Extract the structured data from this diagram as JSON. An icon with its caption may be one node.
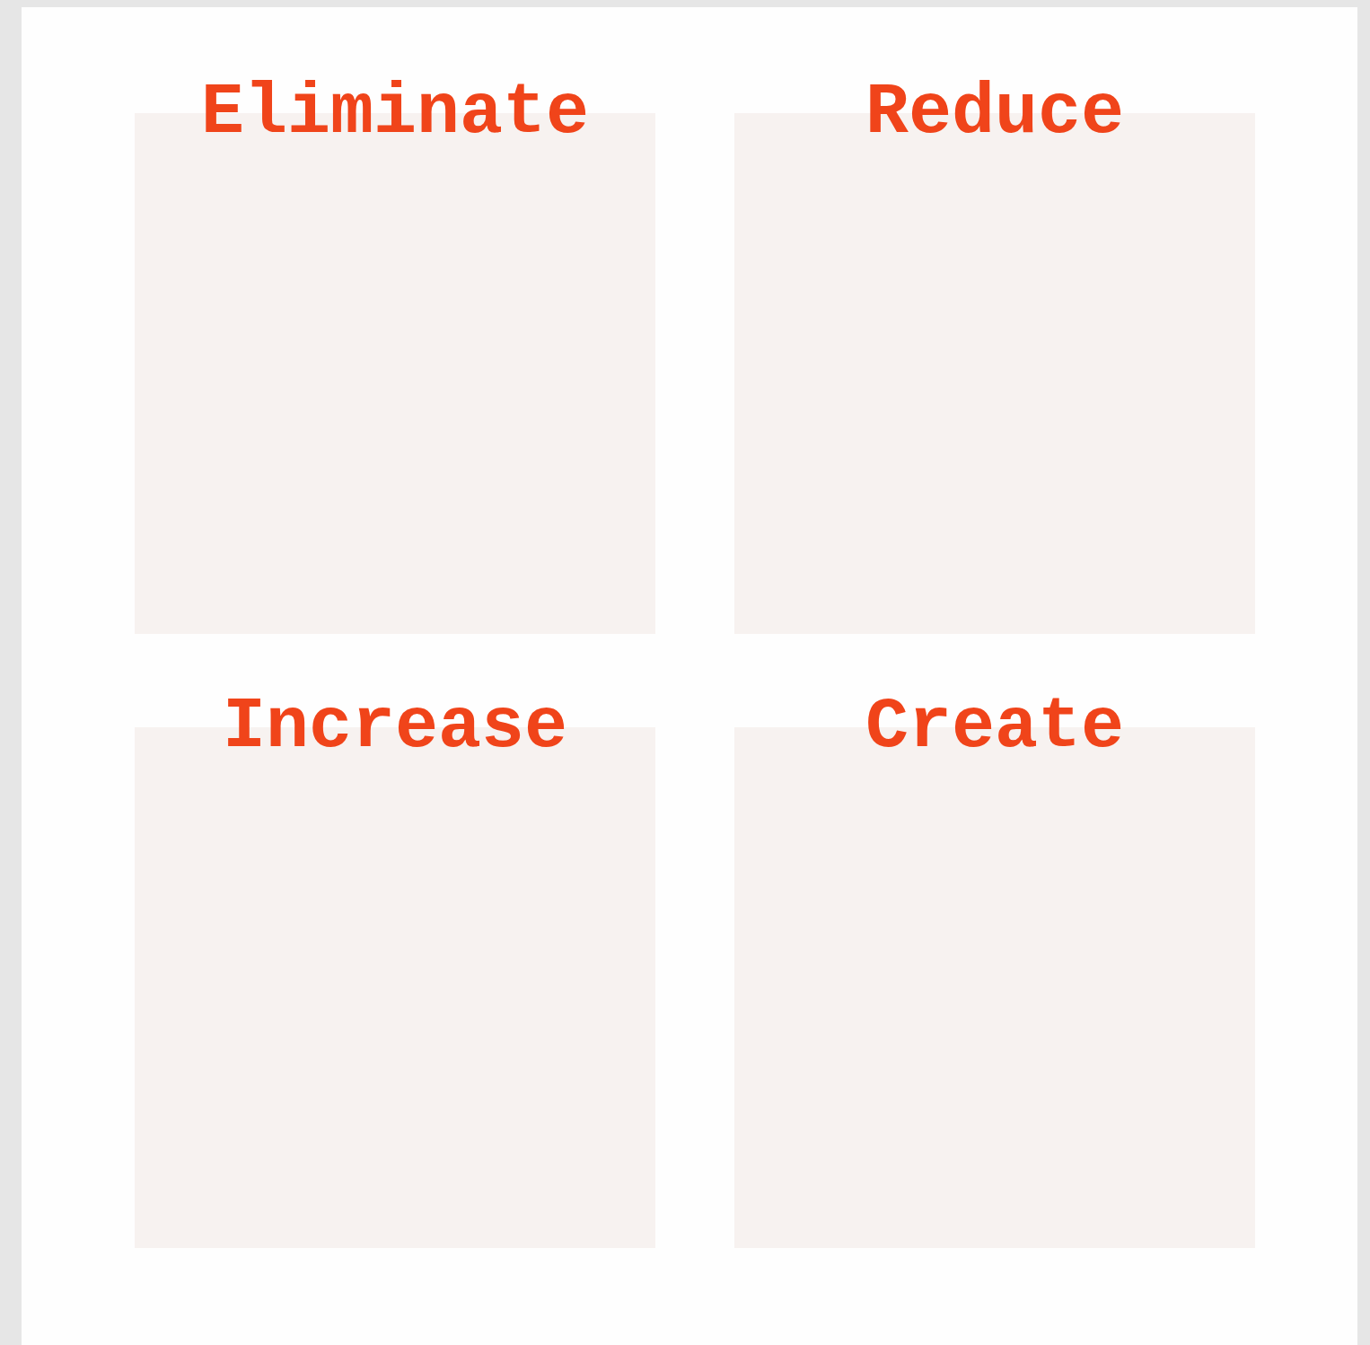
{
  "diagram": {
    "nodes": [
      {
        "text": [
          "Eliminate"
        ]
      },
      {
        "text": [
          "Reduce"
        ]
      },
      {
        "text": [
          "Increase"
        ]
      },
      {
        "text": [
          "Create"
        ]
      }
    ]
  }
}
